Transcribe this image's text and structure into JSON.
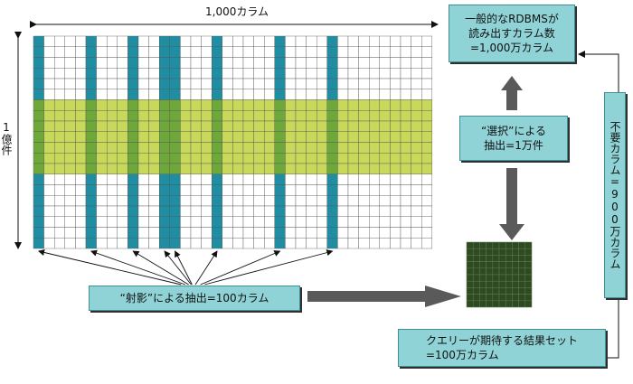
{
  "top_label": "1,000カラム",
  "left_label": "1億件",
  "box_rdbms": [
    "一般的なRDBMSが",
    "読み出すカラム数",
    "=1,000万カラム"
  ],
  "box_select": [
    "“選択”による",
    "抽出=1万件"
  ],
  "box_projection": "“射影”による抽出=100カラム",
  "box_result": [
    "クエリーが期待する結果セット",
    "=100万カラム"
  ],
  "box_unneeded": "不要カラム=900万カラム",
  "colors": {
    "box_fill": "#8fd3d6",
    "column_highlight": "#1f8ea3",
    "row_highlight": "#c8d85a",
    "intersection": "#6fa83a",
    "result_grid": "#2e4a22",
    "arrow_gray": "#5a5a5a"
  }
}
